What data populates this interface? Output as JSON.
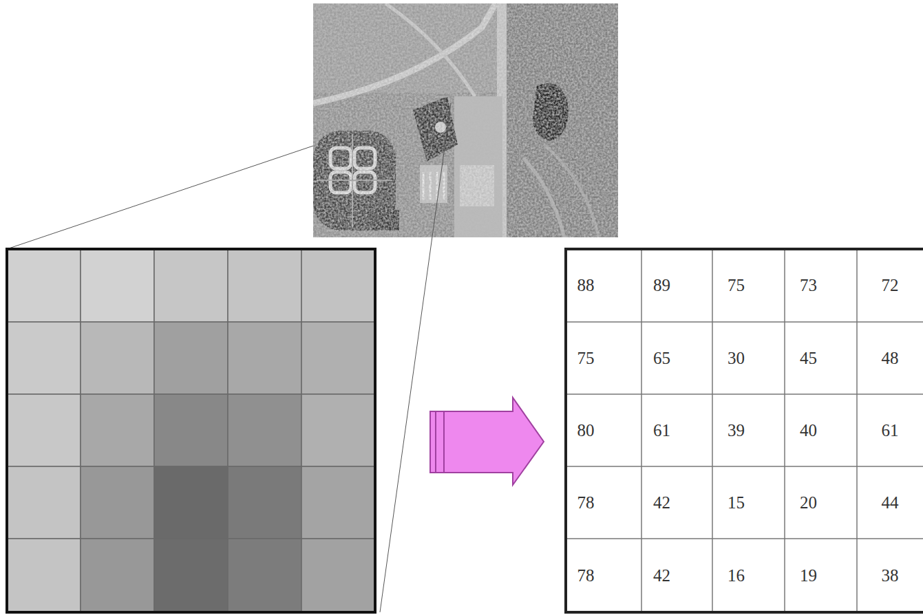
{
  "diagram": {
    "labels": [
      "88",
      "89",
      "75",
      "73",
      "72",
      "75",
      "65",
      "30",
      "45",
      "48",
      "80",
      "61",
      "39",
      "40",
      "61",
      "78",
      "42",
      "15",
      "20",
      "44",
      "78",
      "42",
      "16",
      "19",
      "38"
    ]
  }
}
